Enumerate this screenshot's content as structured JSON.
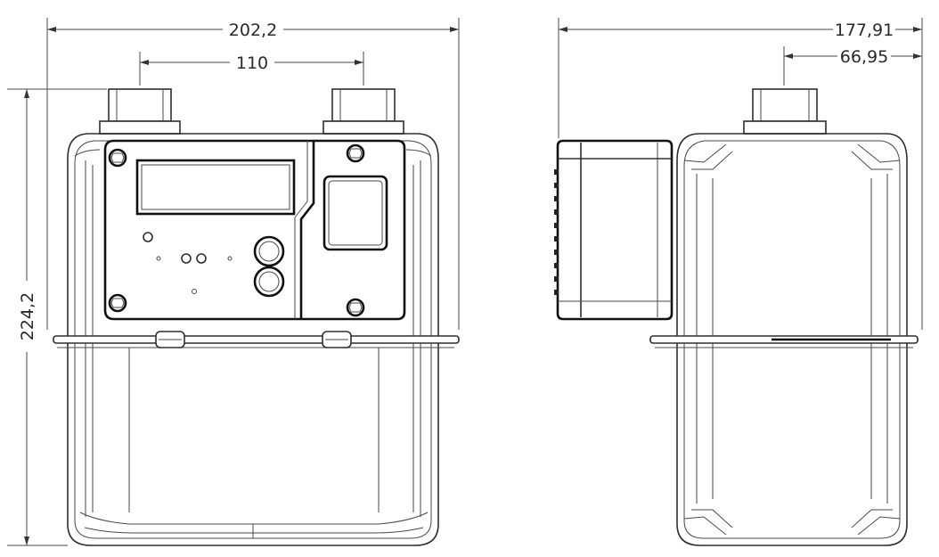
{
  "dimensions": {
    "front_overall_width": "202,2",
    "front_inlet_spacing": "110",
    "front_overall_height": "224,2",
    "side_overall_depth": "177,91",
    "side_inlet_offset": "66,95"
  },
  "colors": {
    "line": "#2e2e2e",
    "background": "#ffffff"
  }
}
